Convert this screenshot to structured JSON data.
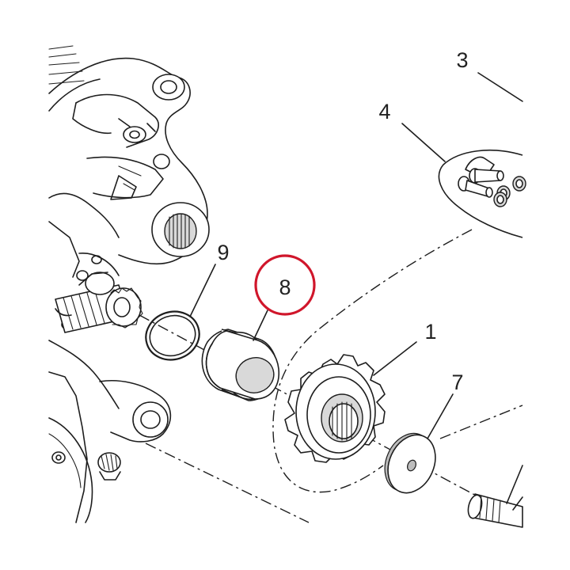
{
  "diagram": {
    "highlight_color": "#d0162b",
    "line_color": "#1e1e1e",
    "callouts": [
      {
        "id": "label-1",
        "text": "1"
      },
      {
        "id": "label-3",
        "text": "3"
      },
      {
        "id": "label-4",
        "text": "4"
      },
      {
        "id": "label-7",
        "text": "7"
      },
      {
        "id": "label-8",
        "text": "8",
        "highlighted": true
      },
      {
        "id": "label-9",
        "text": "9"
      }
    ]
  }
}
